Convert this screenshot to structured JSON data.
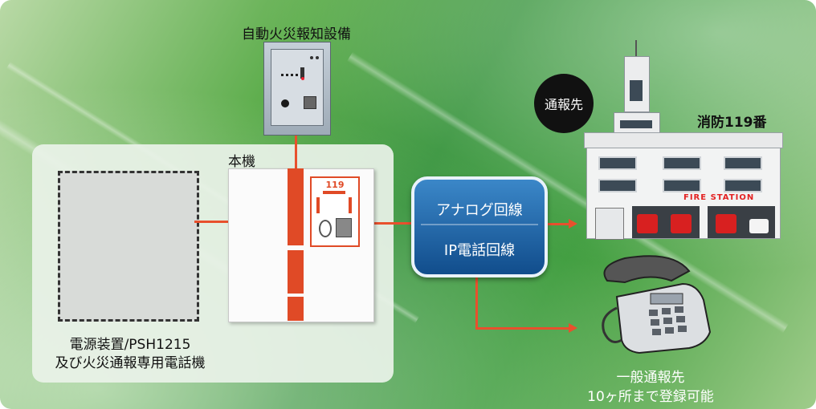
{
  "labels": {
    "alarm_equipment": "自動火災報知設備",
    "main_unit": "本機",
    "psu_line1": "電源装置/PSH1215",
    "psu_line2": "及び火災通報専用電話機",
    "badge": "通報先",
    "fire_dept": "消防119番",
    "general_line1": "一般通報先",
    "general_line2": "10ヶ所まで登録可能"
  },
  "network": {
    "line1": "アナログ回線",
    "line2": "IP電話回線"
  },
  "unit_panel": {
    "number": "119"
  },
  "station": {
    "sign": "FIRE STATION"
  },
  "colors": {
    "line_red": "#e8502d",
    "pill_blue": "#1d5fa3",
    "panel_bg": "#eaf2e8"
  }
}
